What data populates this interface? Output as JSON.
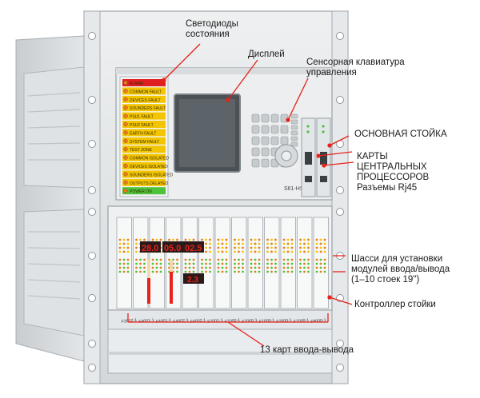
{
  "annotations": {
    "status_leds": [
      "Светодиоды",
      "состояния"
    ],
    "display": "Дисплей",
    "keypad": [
      "Сенсорная клавиатура",
      "управления"
    ],
    "main_rack": "ОСНОВНАЯ СТОЙКА",
    "cpu_cards": [
      "КАРТЫ",
      "ЦЕНТРАЛЬНЫХ",
      "ПРОЦЕССОРОВ",
      "Разъемы Rj45"
    ],
    "chassis": [
      "Шасси для установки",
      "модулей ввода/вывода",
      "(1–10 стоек 19\")"
    ],
    "rack_controller": "Контроллер стойки",
    "io_cards": "13 карт ввода-вывода"
  },
  "device": {
    "model": "S61-HS",
    "status_rows": [
      {
        "text": "ALARM",
        "color": "#e02020"
      },
      {
        "text": "COMMON FAULT",
        "color": "#f2c500"
      },
      {
        "text": "DEVICES FAULT",
        "color": "#f2c500"
      },
      {
        "text": "SOUNDERS FAULT",
        "color": "#f2c500"
      },
      {
        "text": "PSU1 FAULT",
        "color": "#f2c500"
      },
      {
        "text": "PSU2 FAULT",
        "color": "#f2c500"
      },
      {
        "text": "EARTH FAULT",
        "color": "#f2c500"
      },
      {
        "text": "SYSTEM FAULT",
        "color": "#f2c500"
      },
      {
        "text": "TEST ZONE",
        "color": "#f2c500"
      },
      {
        "text": "COMMON ISOLATED",
        "color": "#f2c500"
      },
      {
        "text": "DEVICES ISOLATED",
        "color": "#f2c500"
      },
      {
        "text": "SOUNDERS ISOLATED",
        "color": "#f2c500"
      },
      {
        "text": "OUTPUTS DELAYED",
        "color": "#f2c500"
      },
      {
        "text": "POWER ON",
        "color": "#4ec23a"
      }
    ],
    "readouts": [
      "28.0",
      "05.0",
      "02.5"
    ],
    "readout_small": "2.3",
    "card_labels": [
      "F3002-1",
      "F4001-1",
      "F4001-1",
      "F4002-1",
      "F4002-1",
      "F7001-1",
      "F7000-1",
      "F7000-1",
      "F7000-1",
      "F7000-1",
      "F7000-1",
      "F8000-1"
    ],
    "colors": {
      "accent_led": "#e67c1a",
      "readout_red": "#e8221b",
      "alarm": "#e02020",
      "fault": "#f2c500",
      "power": "#4ec23a"
    }
  }
}
